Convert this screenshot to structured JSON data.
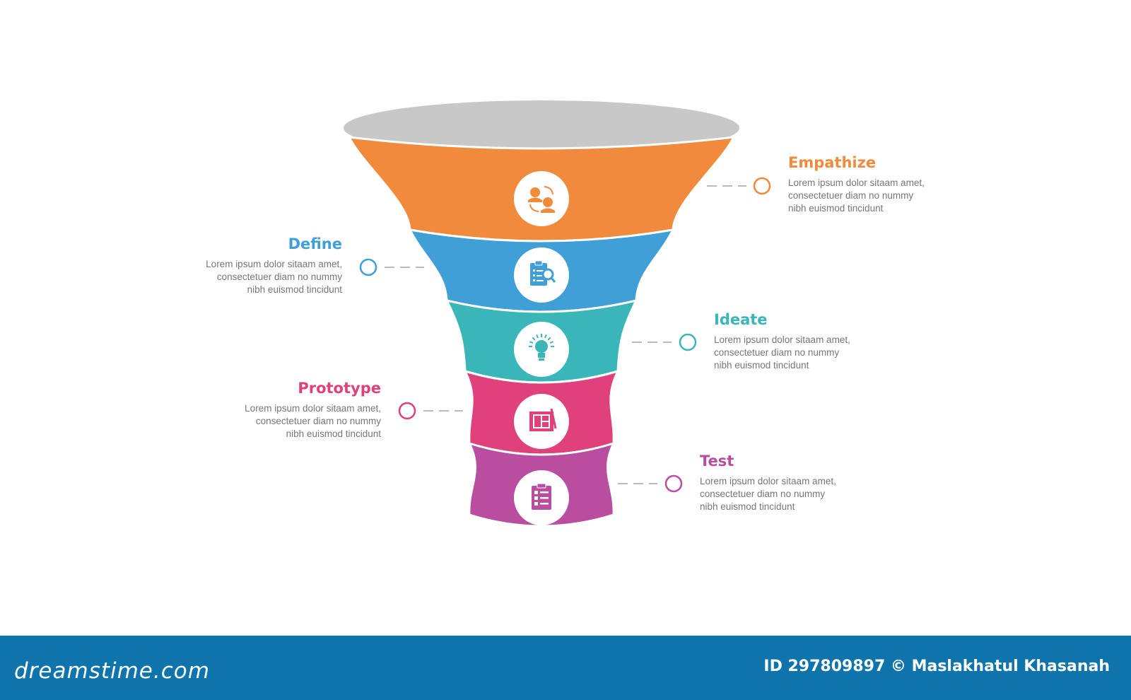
{
  "steps": [
    {
      "title": "Empathize",
      "description": [
        "Lorem ipsum dolor sitaam amet,",
        "consectetuer diam no nummy",
        "nibh euismod tincidunt"
      ],
      "color": "#f08b3d",
      "icon": "empathy-heads-icon",
      "side": "right"
    },
    {
      "title": "Define",
      "description": [
        "Lorem ipsum dolor sitaam amet,",
        "consectetuer diam no nummy",
        "nibh euismod tincidunt"
      ],
      "color": "#3f9fd6",
      "icon": "clipboard-magnifier-icon",
      "side": "left"
    },
    {
      "title": "Ideate",
      "description": [
        "Lorem ipsum dolor sitaam amet,",
        "consectetuer diam no nummy",
        "nibh euismod tincidunt"
      ],
      "color": "#3ab5b8",
      "icon": "lightbulb-icon",
      "side": "right"
    },
    {
      "title": "Prototype",
      "description": [
        "Lorem ipsum dolor sitaam amet,",
        "consectetuer diam no nummy",
        "nibh euismod tincidunt"
      ],
      "color": "#e0417a",
      "icon": "blueprint-icon",
      "side": "left"
    },
    {
      "title": "Test",
      "description": [
        "Lorem ipsum dolor sitaam amet,",
        "consectetuer diam no nummy",
        "nibh euismod tincidunt"
      ],
      "color": "#b94ea0",
      "icon": "checklist-clipboard-icon",
      "side": "right"
    }
  ],
  "colors": {
    "rim": "#c8c8c8",
    "connector": "#bbbbbb",
    "footer": "#0e74ab"
  },
  "footer": {
    "brand": "dreamstime.com",
    "credit": "ID 297809897 © Maslakhatul Khasanah"
  }
}
